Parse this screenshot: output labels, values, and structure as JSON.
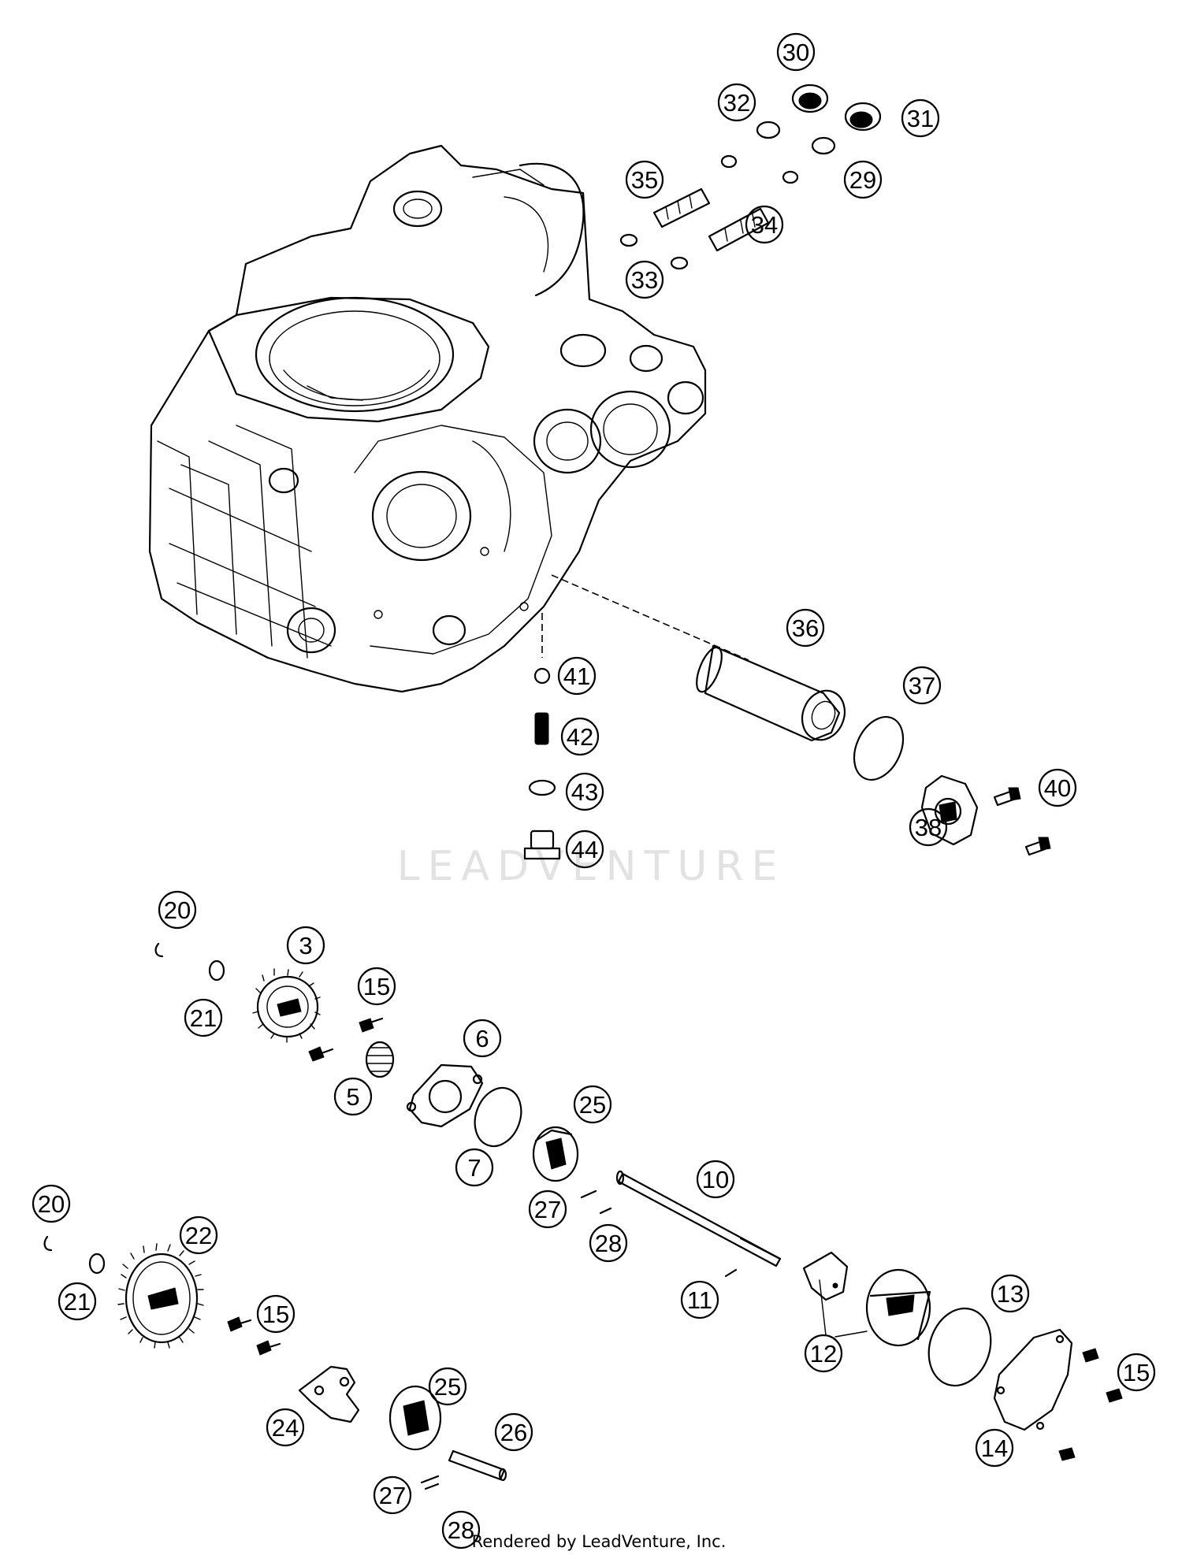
{
  "diagram": {
    "watermark": "LEADVENTURE",
    "credit": "Rendered by LeadVenture, Inc.",
    "callouts": {
      "c30": "30",
      "c31": "31",
      "c32": "32",
      "c29": "29",
      "c35": "35",
      "c34": "34",
      "c33": "33",
      "c36": "36",
      "c37": "37",
      "c41": "41",
      "c42": "42",
      "c43": "43",
      "c44": "44",
      "c40": "40",
      "c38": "38",
      "c20a": "20",
      "c3": "3",
      "c21a": "21",
      "c15a": "15",
      "c6": "6",
      "c5": "5",
      "c25a": "25",
      "c7": "7",
      "c10": "10",
      "c27a": "27",
      "c28a": "28",
      "c20b": "20",
      "c22": "22",
      "c21b": "21",
      "c15b": "15",
      "c11": "11",
      "c13": "13",
      "c12": "12",
      "c15c": "15",
      "c24": "24",
      "c25b": "25",
      "c26": "26",
      "c14": "14",
      "c27b": "27",
      "c28b": "28"
    }
  }
}
